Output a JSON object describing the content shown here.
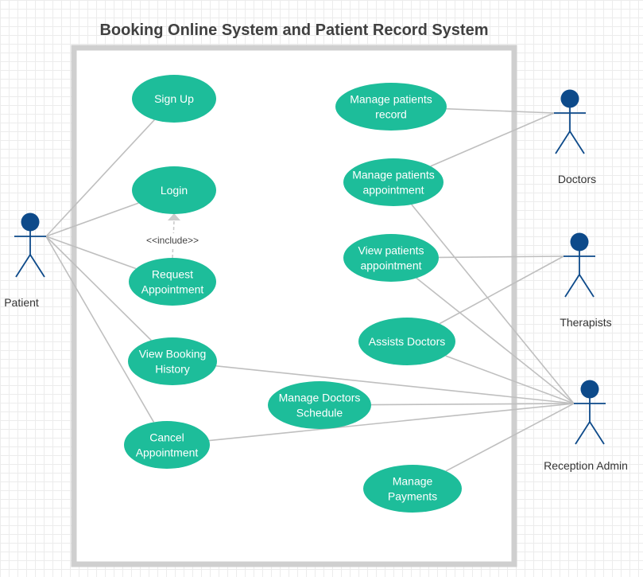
{
  "title": "Booking Online System and Patient Record System",
  "colors": {
    "use_case_fill": "#1dbd9a",
    "actor_blue": "#0d4a8a",
    "line_gray": "#bfbfbf",
    "boundary_gray": "#cfcfcf",
    "title_text": "#404040"
  },
  "actors": [
    {
      "id": "patient",
      "label": "Patient"
    },
    {
      "id": "doctors",
      "label": "Doctors"
    },
    {
      "id": "therapists",
      "label": "Therapists"
    },
    {
      "id": "reception",
      "label": "Reception Admin"
    }
  ],
  "use_cases": [
    {
      "id": "signup",
      "lines": [
        "Sign Up"
      ]
    },
    {
      "id": "login",
      "lines": [
        "Login"
      ]
    },
    {
      "id": "request",
      "lines": [
        "Request",
        "Appointment"
      ]
    },
    {
      "id": "history",
      "lines": [
        "View Booking",
        "History"
      ]
    },
    {
      "id": "cancel",
      "lines": [
        "Cancel",
        "Appointment"
      ]
    },
    {
      "id": "manage_record",
      "lines": [
        "Manage patients",
        "record"
      ]
    },
    {
      "id": "manage_appt",
      "lines": [
        "Manage patients",
        "appointment"
      ]
    },
    {
      "id": "view_appt",
      "lines": [
        "View patients",
        "appointment"
      ]
    },
    {
      "id": "assists",
      "lines": [
        "Assists Doctors"
      ]
    },
    {
      "id": "schedule",
      "lines": [
        "Manage Doctors",
        "Schedule"
      ]
    },
    {
      "id": "payments",
      "lines": [
        "Manage",
        "Payments"
      ]
    }
  ],
  "associations": [
    [
      "patient",
      "signup"
    ],
    [
      "patient",
      "login"
    ],
    [
      "patient",
      "request"
    ],
    [
      "patient",
      "history"
    ],
    [
      "patient",
      "cancel"
    ],
    [
      "doctors",
      "manage_record"
    ],
    [
      "doctors",
      "manage_appt"
    ],
    [
      "therapists",
      "view_appt"
    ],
    [
      "therapists",
      "assists"
    ],
    [
      "reception",
      "manage_appt"
    ],
    [
      "reception",
      "view_appt"
    ],
    [
      "reception",
      "assists"
    ],
    [
      "reception",
      "history"
    ],
    [
      "reception",
      "schedule"
    ],
    [
      "reception",
      "cancel"
    ],
    [
      "reception",
      "payments"
    ]
  ],
  "include": {
    "from": "request",
    "to": "login",
    "label": "<<include>>"
  }
}
